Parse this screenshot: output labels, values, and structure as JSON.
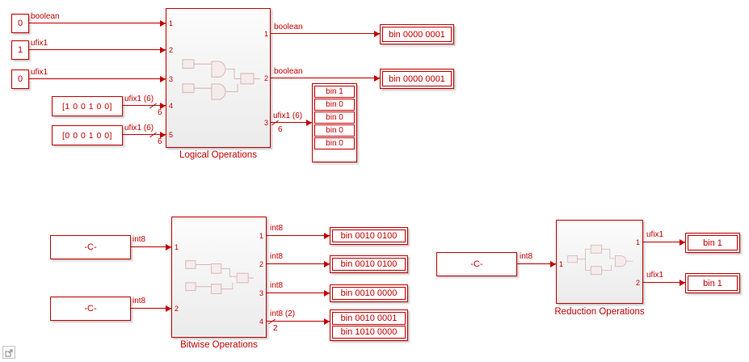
{
  "accent": "#C00000",
  "logical": {
    "title": "Logical Operations",
    "const1": "0",
    "const2": "1",
    "const3": "0",
    "vec1": "[1 0 0 1 0 0]",
    "vec2": "[0 0 0 1 0 0]",
    "in_sig1": "boolean",
    "in_sig2": "ufix1",
    "in_sig3": "ufix1",
    "in_sig4": "ufix1 (6)",
    "in_sig5": "ufix1 (6)",
    "in_w4": "6",
    "in_w5": "6",
    "in_ports": [
      "1",
      "2",
      "3",
      "4",
      "5"
    ],
    "out_ports": [
      "1",
      "2",
      "3"
    ],
    "out_sig1": "boolean",
    "out_sig2": "boolean",
    "out_sig3": "ufix1 (6)",
    "out_w3": "6",
    "disp1": "bin 0000 0001",
    "disp2": "bin 0000 0001",
    "vec_disp": [
      "bin 1",
      "bin 0",
      "bin 0",
      "bin 0",
      "bin 0"
    ]
  },
  "bitwise": {
    "title": "Bitwise Operations",
    "const1": "-C-",
    "const2": "-C-",
    "in_sig1": "int8",
    "in_sig2": "int8",
    "in_ports": [
      "1",
      "2"
    ],
    "out_ports": [
      "1",
      "2",
      "3",
      "4"
    ],
    "out_sig1": "int8",
    "out_sig2": "int8",
    "out_sig3": "int8",
    "out_sig4": "int8 (2)",
    "out_w4": "2",
    "disp1": "bin 0010 0100",
    "disp2": "bin 0010 0100",
    "disp3": "bin 0010 0000",
    "vec_disp": [
      "bin 0010 0001",
      "bin 1010 0000"
    ]
  },
  "reduction": {
    "title": "Reduction Operations",
    "const1": "-C-",
    "in_sig1": "int8",
    "in_ports": [
      "1"
    ],
    "out_ports": [
      "1",
      "2"
    ],
    "out_sig1": "ufix1",
    "out_sig2": "ufix1",
    "disp1": "bin 1",
    "disp2": "bin 1"
  }
}
